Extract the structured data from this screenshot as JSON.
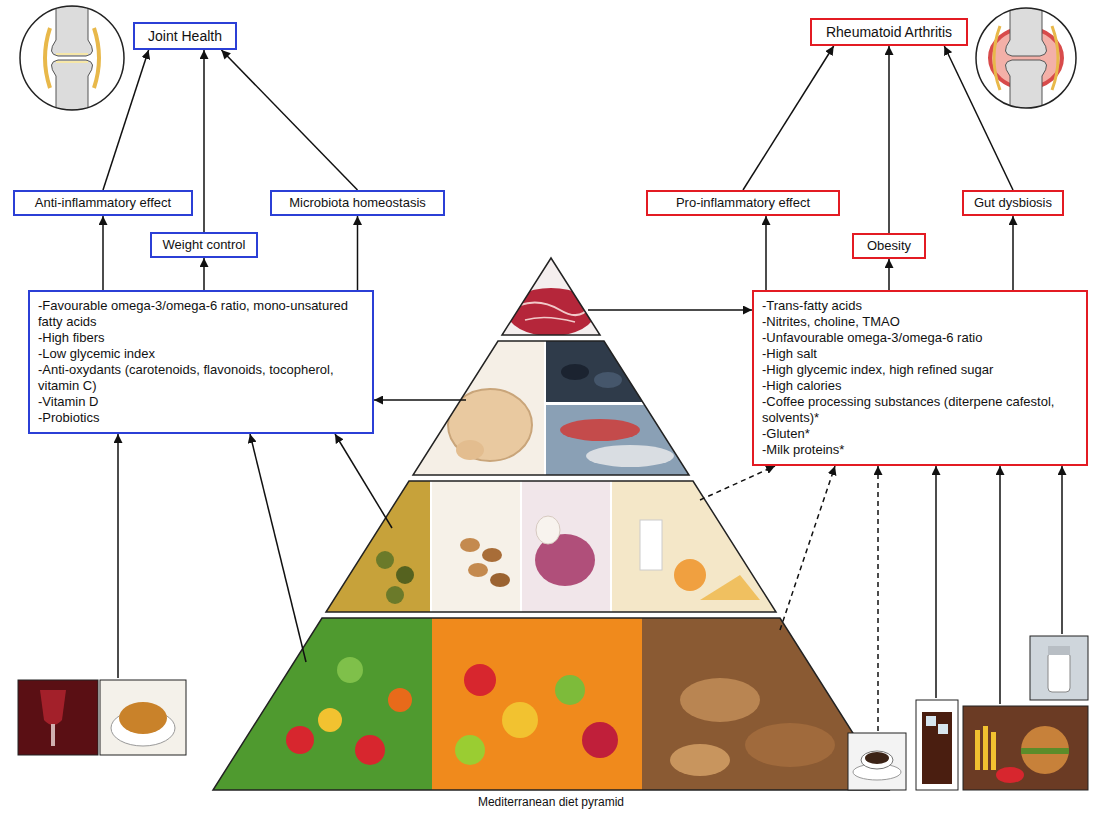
{
  "diagram": {
    "nodes": [
      {
        "text": [
          "Joint Health"
        ]
      },
      {
        "text": [
          "Rheumatoid Arthritis"
        ]
      },
      {
        "text": [
          "Anti-inflammatory effect"
        ]
      },
      {
        "text": [
          "Microbiota homeostasis"
        ]
      },
      {
        "text": [
          "Pro-inflammatory effect"
        ]
      },
      {
        "text": [
          "Gut dysbiosis"
        ]
      },
      {
        "text": [
          "Weight control"
        ]
      },
      {
        "text": [
          "Obesity"
        ]
      },
      {
        "text": [
          "-Favourable omega-3/omega-6 ratio, mono-unsatured fatty acids",
          "-High fibers",
          "-Low glycemic index",
          "-Anti-oxydants (carotenoids, flavonoids, tocopherol, vitamin C)",
          "-Vitamin D",
          "-Probiotics"
        ]
      },
      {
        "text": [
          "-Trans-fatty acids",
          "-Nitrites, choline, TMAO",
          "-Unfavourable omega-3/omega-6 ratio",
          "-High salt",
          "-High glycemic index, high refined sugar",
          "-High calories",
          "-Coffee processing substances (diterpene cafestol, solvents)*",
          "-Gluten*",
          "-Milk proteins*"
        ]
      }
    ],
    "edges": [
      {
        "from": 2,
        "to": 0,
        "arrow": "to"
      },
      {
        "from": 6,
        "to": 0,
        "arrow": "to"
      },
      {
        "from": 3,
        "to": 0,
        "arrow": "to"
      },
      {
        "from": 4,
        "to": 1,
        "arrow": "to"
      },
      {
        "from": 7,
        "to": 1,
        "arrow": "to"
      },
      {
        "from": 5,
        "to": 1,
        "arrow": "to"
      },
      {
        "from": 8,
        "to": 2,
        "arrow": "to"
      },
      {
        "from": 8,
        "to": 6,
        "arrow": "to"
      },
      {
        "from": 8,
        "to": 3,
        "arrow": "to"
      },
      {
        "from": 9,
        "to": 4,
        "arrow": "to"
      },
      {
        "from": 9,
        "to": 7,
        "arrow": "to"
      },
      {
        "from": 9,
        "to": 5,
        "arrow": "to"
      }
    ],
    "labels": [
      "Mediterranean diet pyramid"
    ]
  }
}
